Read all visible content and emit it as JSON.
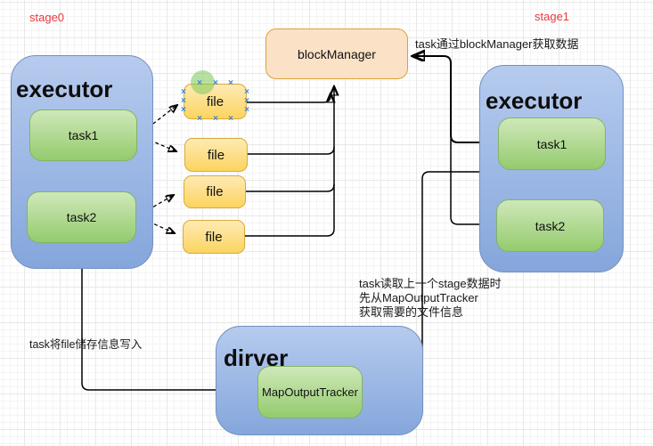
{
  "labels": {
    "stage0": "stage0",
    "stage1": "stage1"
  },
  "executor_left": {
    "title": "executor",
    "task1": "task1",
    "task2": "task2"
  },
  "executor_right": {
    "title": "executor",
    "task1": "task1",
    "task2": "task2"
  },
  "files": [
    {
      "label": "file"
    },
    {
      "label": "file"
    },
    {
      "label": "file"
    },
    {
      "label": "file"
    }
  ],
  "block_manager": {
    "label": "blockManager"
  },
  "driver": {
    "title": "dirver",
    "tracker_label": "MapOutputTracker"
  },
  "annotations": {
    "block_manager_fetch": "task通过blockManager获取数据",
    "map_output_line1": "task读取上一个stage数据时",
    "map_output_line2": "先从MapOutputTracker",
    "map_output_line3": "获取需要的文件信息",
    "write_file_info": "task将file储存信息写入"
  },
  "selection": {
    "handle_symbol": "×"
  },
  "colors": {
    "stage_label": "#e8393d",
    "executor_border": "#7191bd",
    "executor_top": "#b6cbee",
    "executor_bottom": "#85a6dc",
    "task_border": "#82b366",
    "task_top": "#cfe8ba",
    "task_bottom": "#94cb6d",
    "file_border": "#d8ab3a",
    "file_top": "#ffeab4",
    "file_bottom": "#fbd45f",
    "block_manager_border": "#dda03a",
    "block_manager_fill": "#fbe2c7",
    "connector": "#000000",
    "handle": "#3f85d6",
    "handle_highlight": "rgba(123,201,88,0.55)"
  }
}
